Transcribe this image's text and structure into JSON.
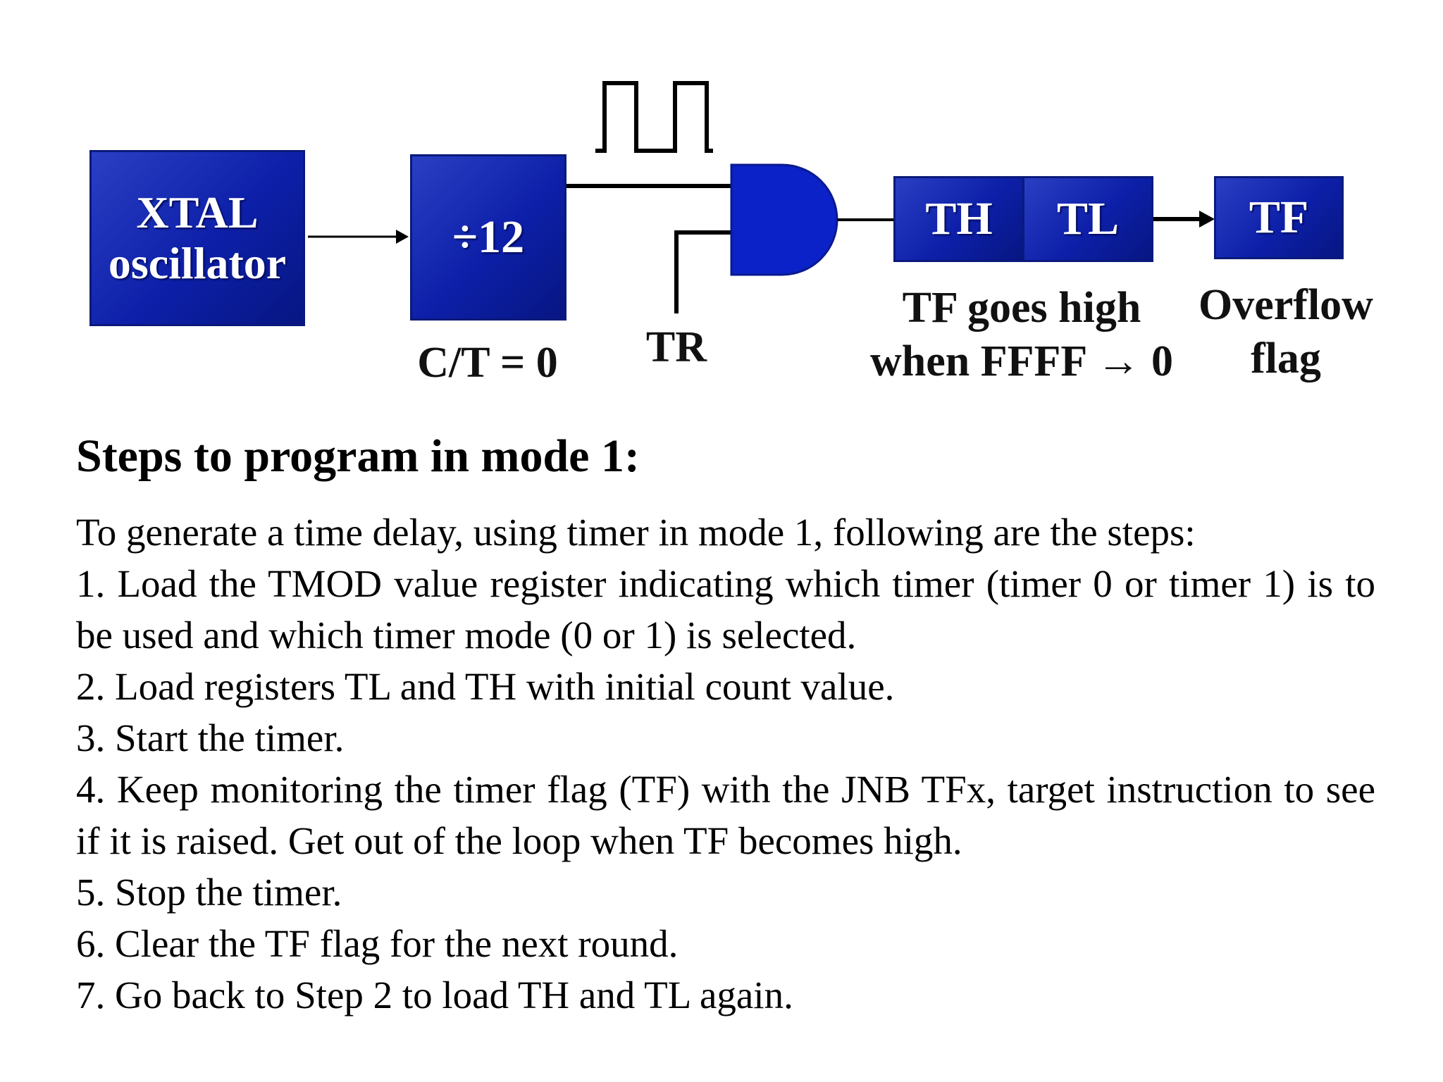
{
  "diagram": {
    "xtal_line1": "XTAL",
    "xtal_line2": "oscillator",
    "divider_label": "÷12",
    "ct_label": "C/T = 0",
    "tr_label": "TR",
    "th_label": "TH",
    "tl_label": "TL",
    "tf_label": "TF",
    "tf_caption_line1": "TF goes high",
    "tf_caption_line2": "when FFFF → 0",
    "overflow_line1": "Overflow",
    "overflow_line2": "flag",
    "colors": {
      "box_blue": "#0d1fa8",
      "gate_blue": "#0b22c8",
      "line": "#000000"
    }
  },
  "content": {
    "heading": "Steps to program in mode 1:",
    "intro": "To generate a time delay, using timer in mode 1, following are the steps:",
    "steps": [
      "1. Load the TMOD value register indicating which timer (timer 0 or timer 1) is to be used and which timer mode (0 or 1) is selected.",
      "2. Load registers TL and TH with initial count value.",
      "3. Start the timer.",
      "4. Keep monitoring the timer flag (TF) with the JNB TFx, target instruction to see if it is raised. Get out of the loop when TF becomes high.",
      "5. Stop the timer.",
      "6. Clear the TF flag for the next round.",
      "7. Go back to Step 2 to load TH and TL again."
    ]
  }
}
